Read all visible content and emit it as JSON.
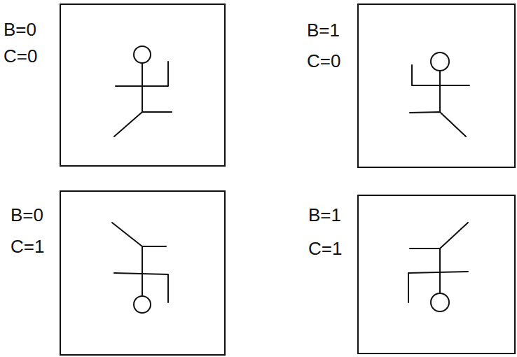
{
  "diagram": {
    "nodes": [
      {
        "text": [
          "B=0",
          "C=0"
        ]
      },
      {
        "text": [
          "B=1",
          "C=0"
        ]
      },
      {
        "text": [
          "B=0",
          "C=1"
        ]
      },
      {
        "text": [
          "B=1",
          "C=1"
        ]
      }
    ]
  }
}
